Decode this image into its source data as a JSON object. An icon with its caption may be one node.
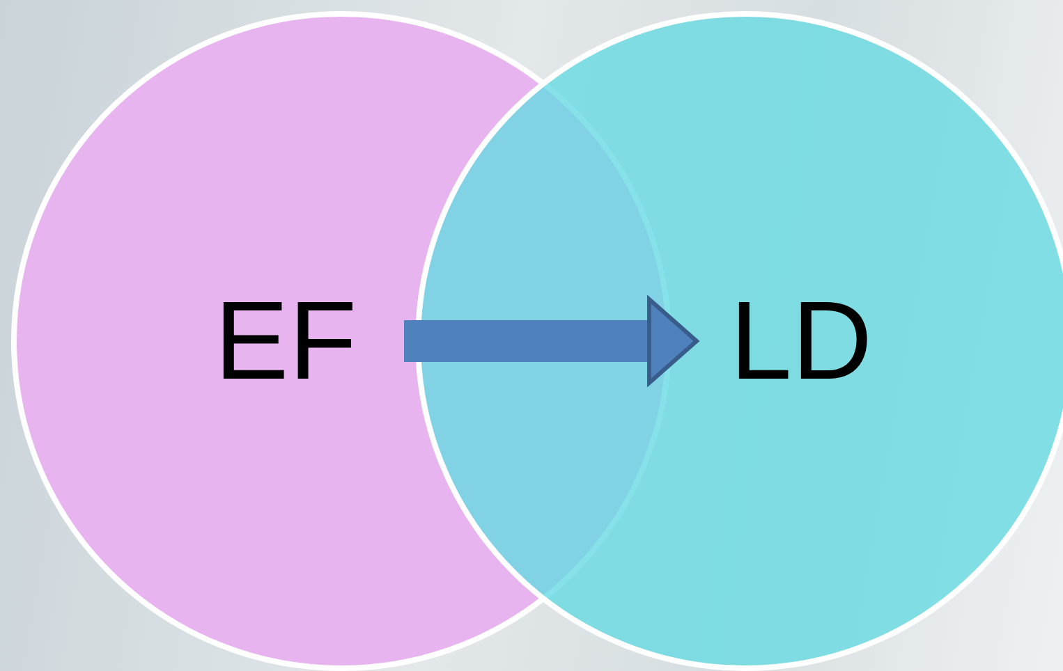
{
  "diagram": {
    "nodes": [
      {
        "text": [
          "EF"
        ]
      },
      {
        "text": [
          "LD"
        ]
      }
    ],
    "edges": [
      {
        "from": 0,
        "to": 1,
        "arrow": "to"
      }
    ]
  }
}
